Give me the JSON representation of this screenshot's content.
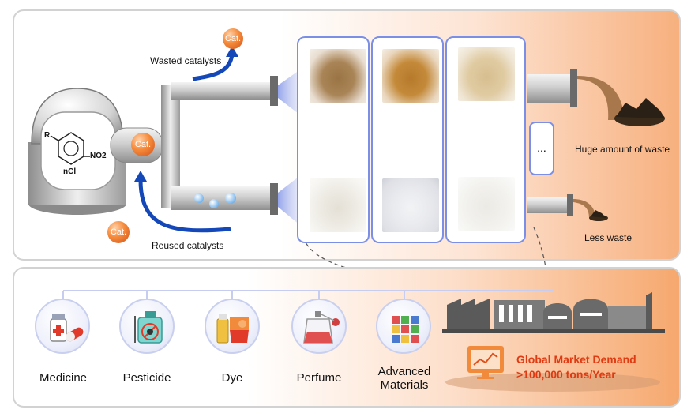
{
  "labels": {
    "wasted_catalysts": "Wasted catalysts",
    "reused_catalysts": "Reused catalysts",
    "huge_waste": "Huge amount of waste",
    "less_waste": "Less waste",
    "catalyst": "Cat.",
    "ellipsis": "...",
    "molecule_r": "R",
    "molecule_no2": "NO2",
    "molecule_ncl": "nCl"
  },
  "applications": [
    {
      "label": "Medicine"
    },
    {
      "label": "Pesticide"
    },
    {
      "label": "Dye"
    },
    {
      "label": "Perfume"
    },
    {
      "label": "Advanced\nMaterials"
    }
  ],
  "market": {
    "line1": "Global Market Demand",
    "line2": ">100,000 tons/Year"
  },
  "colors": {
    "arrow": "#1447b8",
    "catalyst": "#f07a2e",
    "market_text": "#e03a12",
    "sample_border": "#7b8fe6"
  }
}
